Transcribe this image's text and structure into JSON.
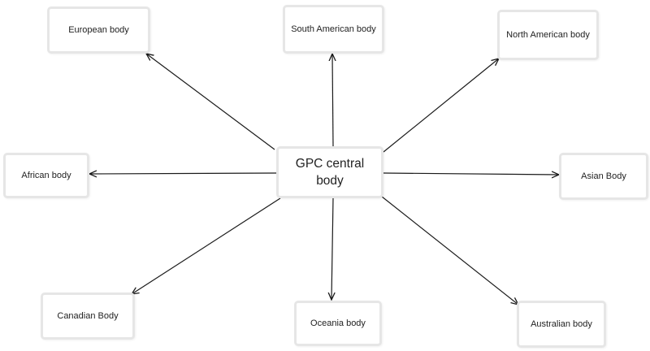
{
  "diagram": {
    "center": {
      "label": "GPC central body"
    },
    "nodes": {
      "european": "European body",
      "south_american": "South American body",
      "north_american": "North American body",
      "african": "African body",
      "asian": "Asian Body",
      "canadian": "Canadian Body",
      "oceania": "Oceania body",
      "australian": "Australian body"
    },
    "edges": [
      {
        "from": "center",
        "to": "european"
      },
      {
        "from": "center",
        "to": "south_american"
      },
      {
        "from": "center",
        "to": "north_american"
      },
      {
        "from": "center",
        "to": "african"
      },
      {
        "from": "center",
        "to": "asian"
      },
      {
        "from": "center",
        "to": "canadian"
      },
      {
        "from": "center",
        "to": "oceania"
      },
      {
        "from": "center",
        "to": "australian"
      }
    ],
    "colors": {
      "arrow": "#1a1a1a",
      "node_border": "#e6e6e6",
      "text": "#222222"
    }
  }
}
